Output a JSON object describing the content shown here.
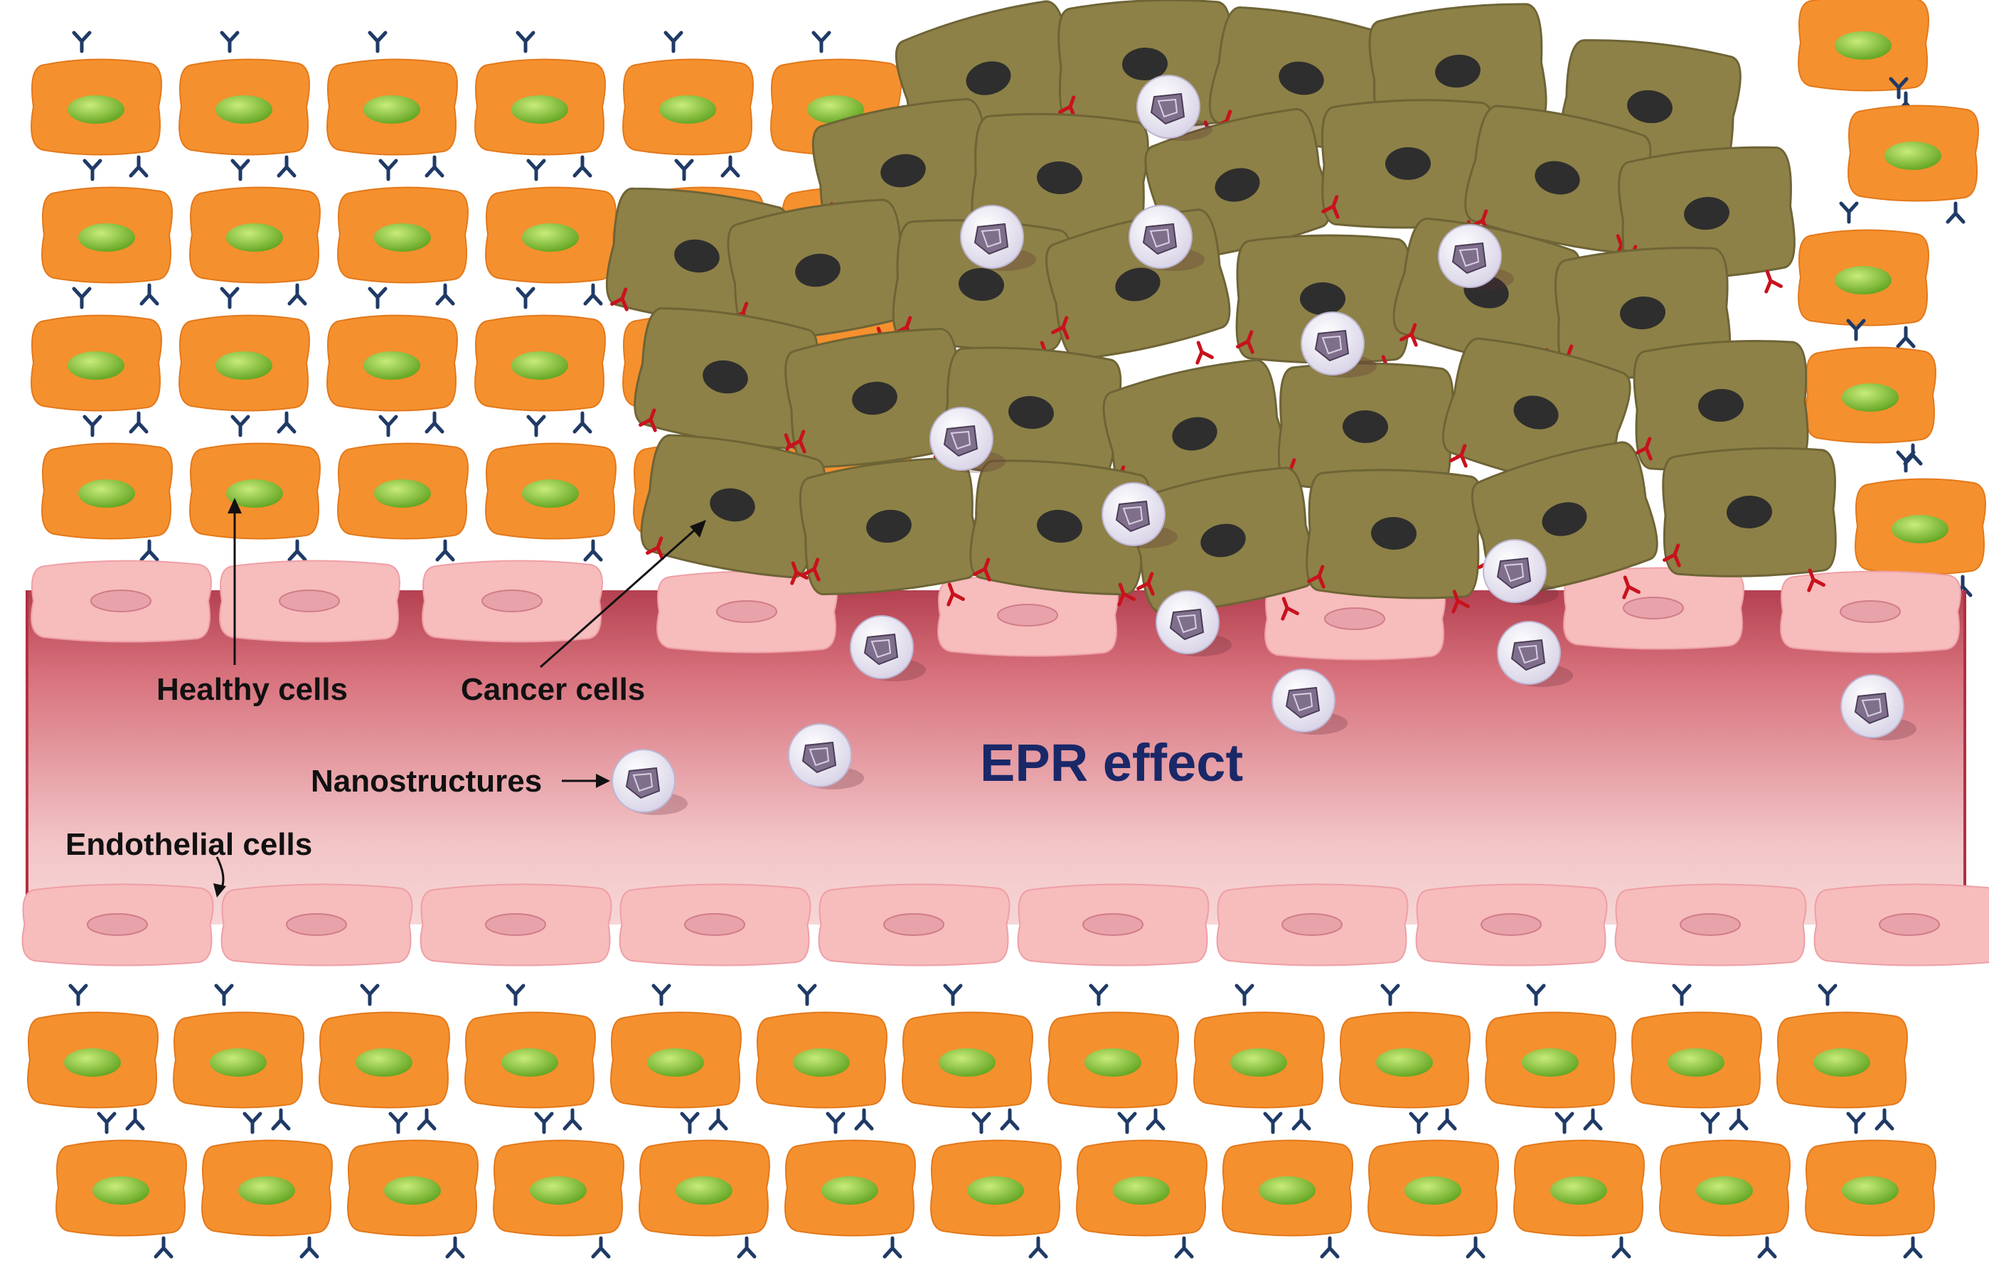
{
  "labels": {
    "healthy_cells": "Healthy cells",
    "cancer_cells": "Cancer cells",
    "nanostructures": "Nanostructures",
    "endothelial_cells": "Endothelial cells",
    "epr_effect": "EPR effect"
  },
  "colors": {
    "healthy_cell_body": "#f5902e",
    "healthy_cell_nucleus": "#8ccc3c",
    "cancer_cell_body": "#8d8147",
    "cancer_cell_nucleus": "#2e2e2e",
    "healthy_receptor": "#1f3a66",
    "cancer_receptor": "#c8121d",
    "endothelial_cell": "#f7bcbc",
    "vessel_lumen": "#e89a9a",
    "nanostructure": "#f4f2fa",
    "title_text": "#1a2868"
  },
  "icons": {
    "healthy_cell": "orange-cell-icon",
    "cancer_cell": "olive-cell-icon",
    "nanostructure": "nanoparticle-sphere-icon",
    "receptor": "y-shaped-receptor-icon"
  }
}
